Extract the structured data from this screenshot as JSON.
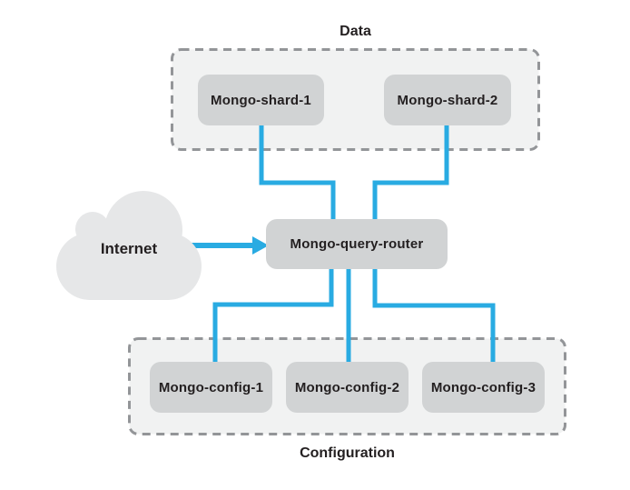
{
  "diagram": {
    "title_hint": "MongoDB sharded cluster architecture",
    "groups": {
      "data": {
        "label": "Data"
      },
      "configuration": {
        "label": "Configuration"
      }
    },
    "nodes": {
      "internet": {
        "label": "Internet"
      },
      "shard1": {
        "label": "Mongo-shard-1"
      },
      "shard2": {
        "label": "Mongo-shard-2"
      },
      "query_router": {
        "label": "Mongo-query-router"
      },
      "config1": {
        "label": "Mongo-config-1"
      },
      "config2": {
        "label": "Mongo-config-2"
      },
      "config3": {
        "label": "Mongo-config-3"
      }
    },
    "edges": [
      {
        "from": "internet",
        "to": "query_router",
        "style": "arrow"
      },
      {
        "from": "shard1",
        "to": "query_router",
        "style": "line"
      },
      {
        "from": "shard2",
        "to": "query_router",
        "style": "line"
      },
      {
        "from": "query_router",
        "to": "config1",
        "style": "line"
      },
      {
        "from": "query_router",
        "to": "config2",
        "style": "line"
      },
      {
        "from": "query_router",
        "to": "config3",
        "style": "line"
      }
    ]
  },
  "colors": {
    "connector": "#29abe2",
    "node_fill": "#d1d3d4",
    "group_fill": "#f1f2f2",
    "group_border": "#939598",
    "cloud_fill": "#e6e7e8",
    "text": "#231f20"
  }
}
